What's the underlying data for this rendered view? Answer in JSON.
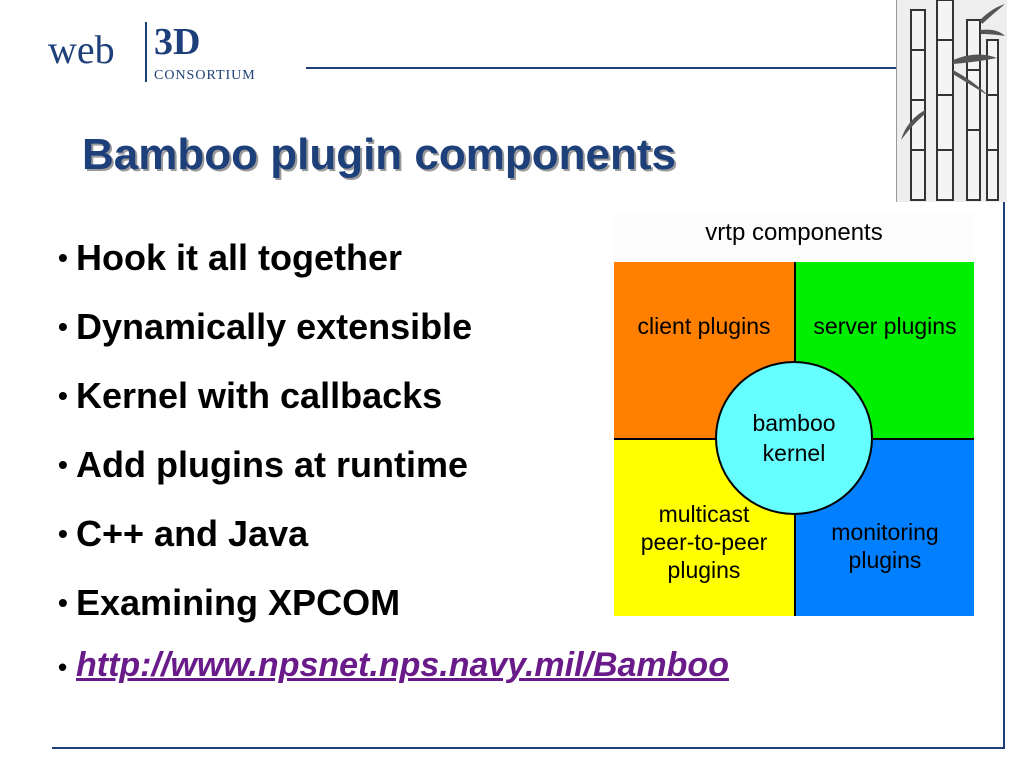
{
  "logo": {
    "web": "web",
    "three_d": "3D",
    "consortium": "CONSORTIUM"
  },
  "slide": {
    "title": "Bamboo plugin components",
    "bullets": [
      "Hook it all together",
      "Dynamically extensible",
      "Kernel with callbacks",
      "Add plugins at runtime",
      "C++ and Java",
      "Examining XPCOM"
    ],
    "link": "http://www.npsnet.nps.navy.mil/Bamboo",
    "bullet_glyph": "•"
  },
  "diagram": {
    "caption": "vrtp components",
    "client": "client plugins",
    "server": "server plugins",
    "multicast": [
      "multicast",
      "peer-to-peer",
      "plugins"
    ],
    "monitoring": [
      "monitoring",
      "plugins"
    ],
    "kernel": [
      "bamboo",
      "kernel"
    ],
    "colors": {
      "client": "#ff8000",
      "server": "#00ee00",
      "multicast": "#ffff00",
      "monitoring": "#0080ff",
      "kernel": "#66ffff"
    }
  },
  "theme": {
    "accent": "#1d3f7a",
    "link": "#6a1b8a"
  }
}
